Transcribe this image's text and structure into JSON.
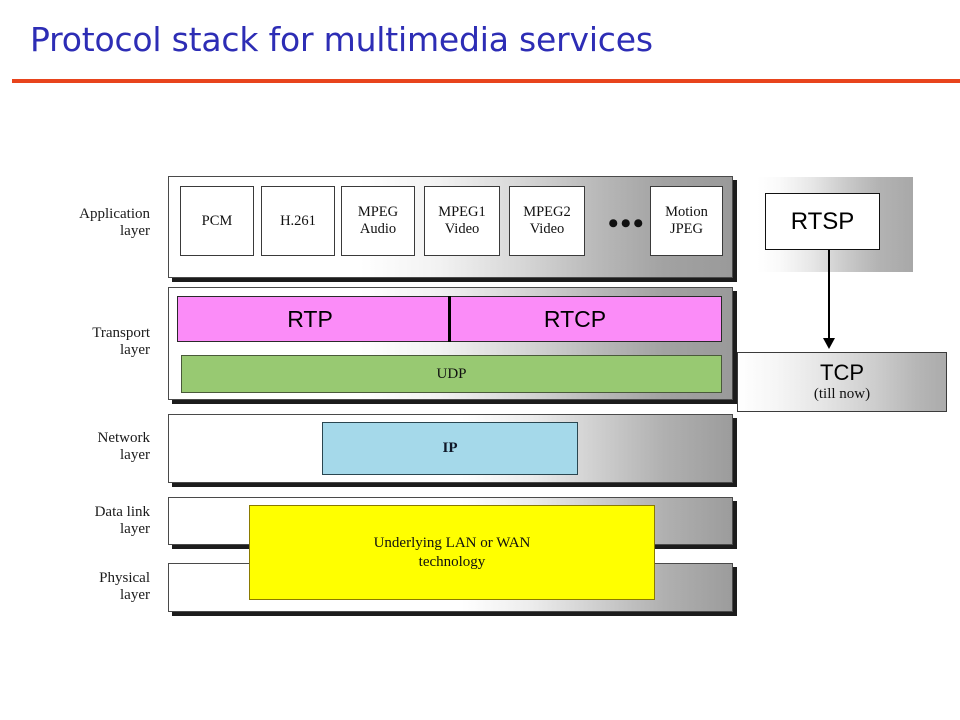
{
  "slide": {
    "title": "Protocol stack for multimedia services",
    "title_color": "#2d2db5",
    "rule_color": "#e8441c"
  },
  "diagram": {
    "layers": [
      {
        "name": "application",
        "label_line1": "Application",
        "label_line2": "layer"
      },
      {
        "name": "transport",
        "label_line1": "Transport",
        "label_line2": "layer"
      },
      {
        "name": "network",
        "label_line1": "Network",
        "label_line2": "layer"
      },
      {
        "name": "datalink",
        "label_line1": "Data link",
        "label_line2": "layer"
      },
      {
        "name": "physical",
        "label_line1": "Physical",
        "label_line2": "layer"
      }
    ],
    "application_protocols": [
      {
        "line1": "PCM",
        "line2": ""
      },
      {
        "line1": "H.261",
        "line2": ""
      },
      {
        "line1": "MPEG",
        "line2": "Audio"
      },
      {
        "line1": "MPEG1",
        "line2": "Video"
      },
      {
        "line1": "MPEG2",
        "line2": "Video"
      },
      {
        "line1": "Motion",
        "line2": "JPEG"
      }
    ],
    "application_ellipsis": "•••",
    "transport": {
      "rtp_label": "RTP",
      "rtcp_label": "RTCP",
      "udp_label": "UDP",
      "rtp_color": "#fb8cf8",
      "udp_color": "#98c972"
    },
    "network": {
      "ip_label": "IP",
      "ip_color": "#a5d9ea"
    },
    "link": {
      "lan_line1": "Underlying LAN or WAN",
      "lan_line2": "technology",
      "lan_color": "#ffff00"
    }
  },
  "right_side": {
    "rtsp_label": "RTSP",
    "tcp_label": "TCP",
    "tcp_note": "(till now)"
  }
}
